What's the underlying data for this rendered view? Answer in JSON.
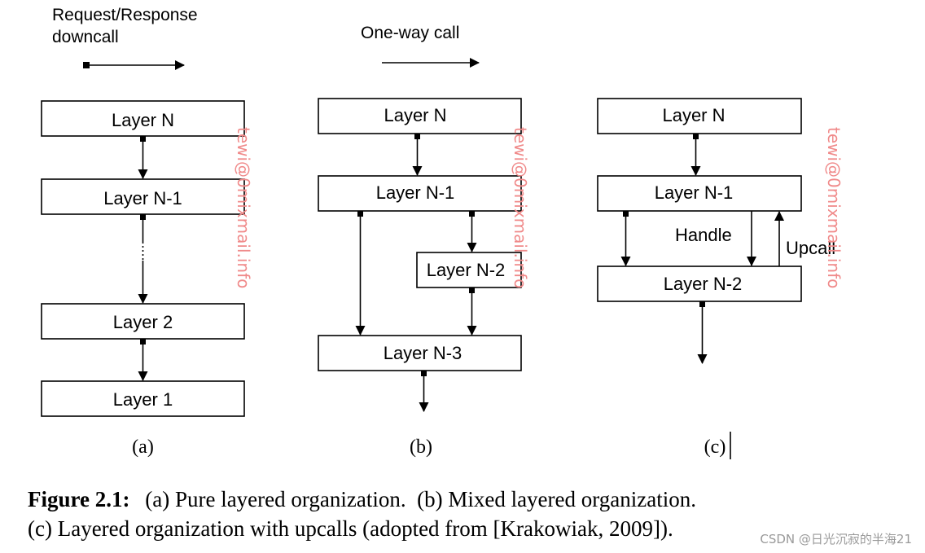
{
  "legend": {
    "request_response_line1": "Request/Response",
    "request_response_line2": "downcall",
    "one_way": "One-way call"
  },
  "panels": {
    "a": {
      "sublabel": "(a)",
      "layers": [
        "Layer N",
        "Layer N-1",
        "Layer 2",
        "Layer 1"
      ]
    },
    "b": {
      "sublabel": "(b)",
      "layers": [
        "Layer N",
        "Layer N-1",
        "Layer N-2",
        "Layer N-3"
      ]
    },
    "c": {
      "sublabel": "(c)",
      "layers": [
        "Layer N",
        "Layer N-1",
        "Layer N-2"
      ],
      "handle": "Handle",
      "upcall": "Upcall"
    }
  },
  "caption": {
    "figure_label": "Figure 2.1:",
    "line1": "(a) Pure layered organization.  (b) Mixed layered organization.",
    "line2": "(c) Layered organization with upcalls (adopted from [Krakowiak, 2009])."
  },
  "watermark": "tewi@0mixmail.info",
  "csdn": "CSDN @日光沉寂的半海21"
}
